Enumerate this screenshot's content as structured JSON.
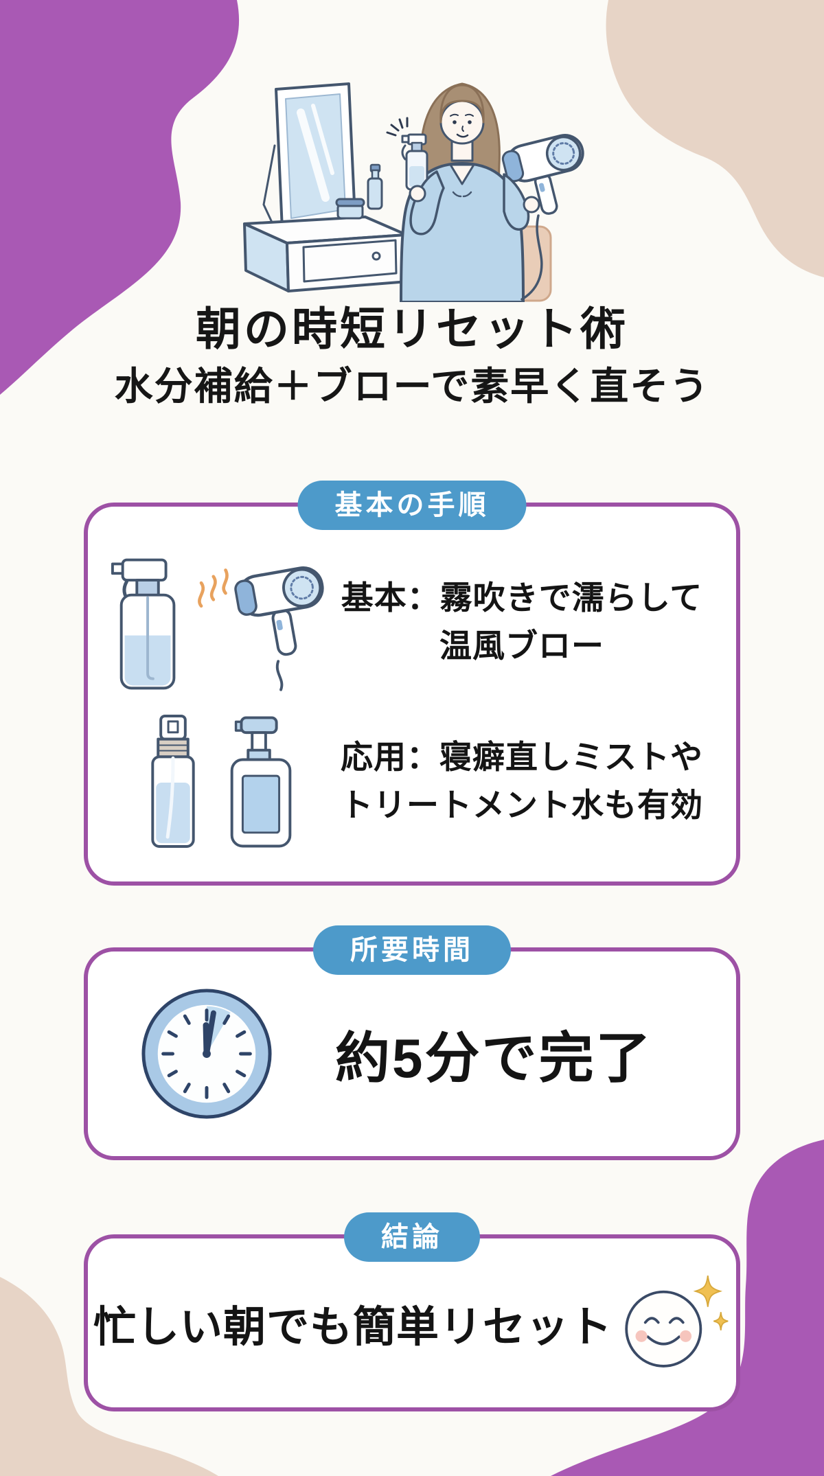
{
  "header": {
    "title": "朝の時短リセット術",
    "subtitle": "水分補給＋ブローで素早く直そう"
  },
  "cards": {
    "basic": {
      "badge": "基本の手順",
      "rows": [
        {
          "line1": "基本：霧吹きで濡らして",
          "line2": "温風ブロー",
          "icons": [
            "spray-bottle-icon",
            "heat-waves-icon",
            "hair-dryer-icon"
          ]
        },
        {
          "line1": "応用：寝癖直しミストや",
          "line2": "トリートメント水も有効",
          "icons": [
            "mist-bottle-icon",
            "pump-bottle-icon"
          ]
        }
      ]
    },
    "duration": {
      "badge": "所要時間",
      "text": "約5分で完了",
      "icon": "clock-icon"
    },
    "conclusion": {
      "badge": "結論",
      "text": "忙しい朝でも簡単リセット",
      "icon": "smiley-sparkle-icon"
    }
  },
  "illustration": {
    "icon": "woman-styling-hair-at-vanity-illustration"
  },
  "colors": {
    "background": "#fbfaf6",
    "blob_purple": "#a959b4",
    "blob_beige": "#e7d4c6",
    "badge_blue": "#4d9aca",
    "card_border_purple": "#9d51a5",
    "card_background": "#ffffff",
    "text": "#161616",
    "line_art_navy": "#44566e",
    "light_blue_fill": "#cfe3f2",
    "sweater_blue": "#b9d5ea",
    "hair_brown": "#a88f74",
    "heat_wave_orange": "#e8a25e",
    "sparkle_gold": "#f0c052",
    "blush_pink": "#f6c5bd",
    "clock_ring_blue": "#a9c9e6"
  }
}
